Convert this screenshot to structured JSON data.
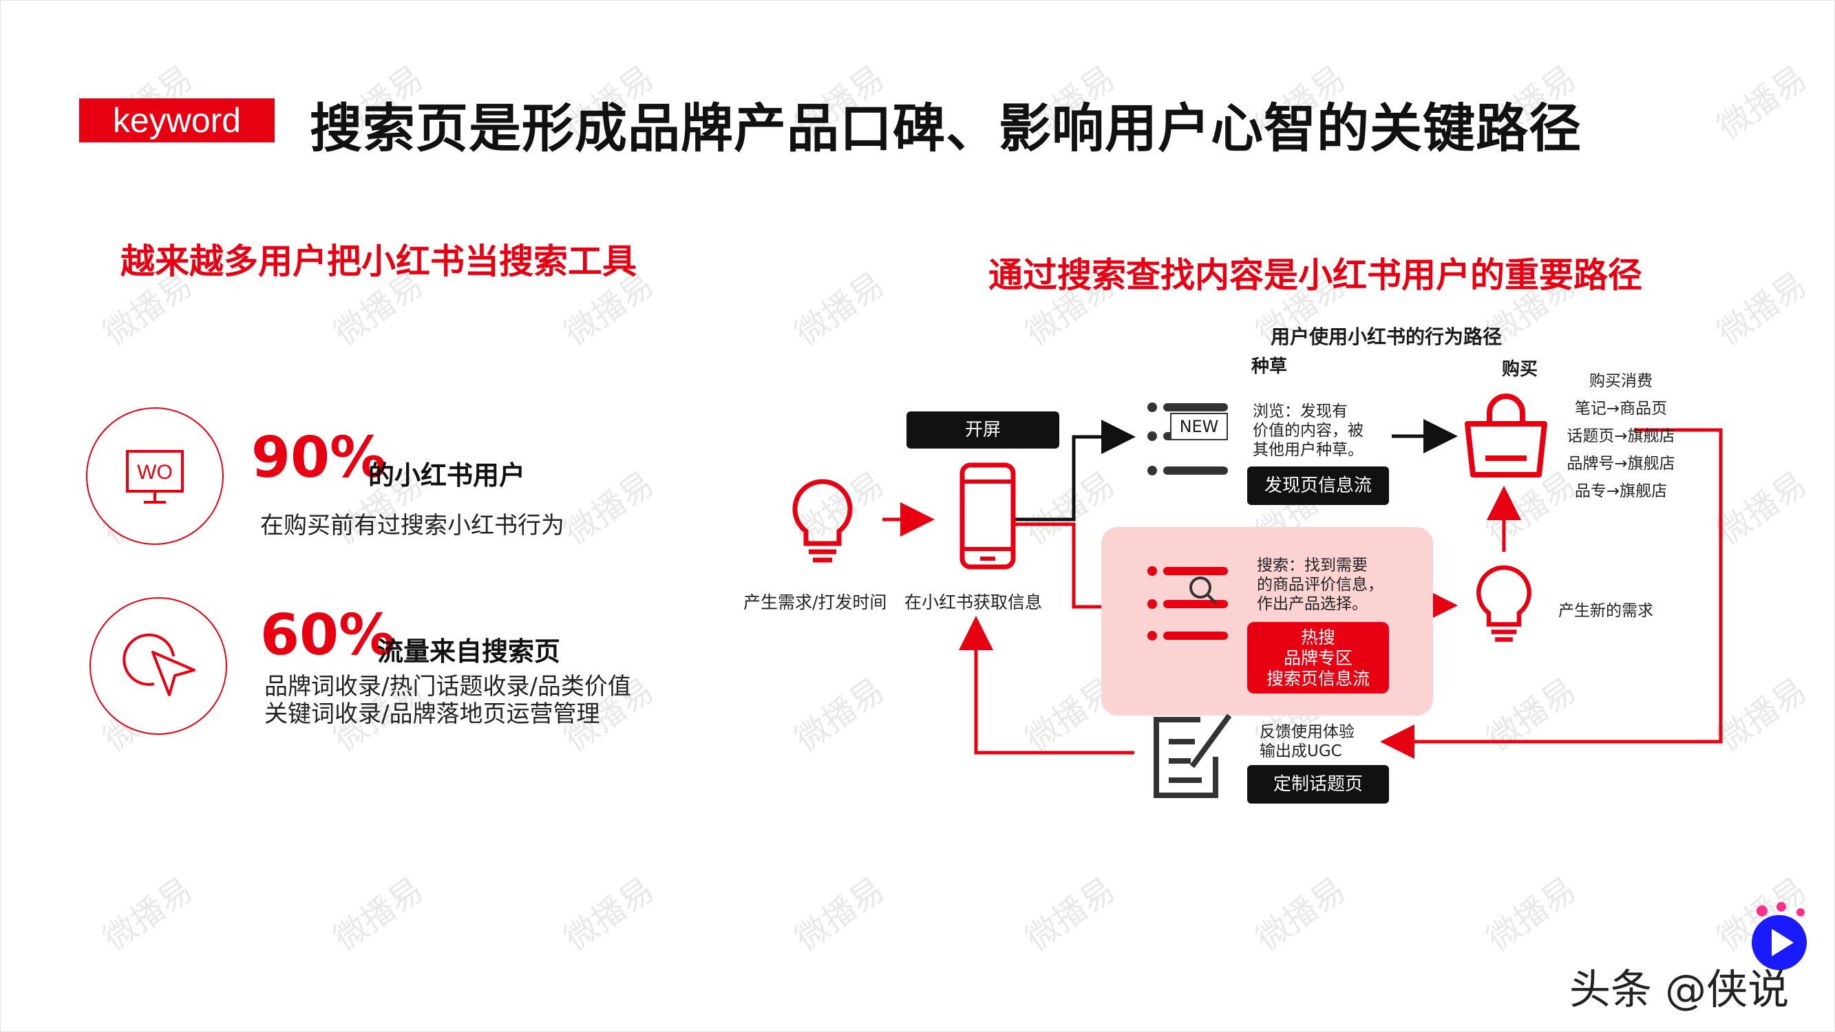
{
  "header": {
    "badge": "keyword",
    "title": "搜索页是形成品牌产品口碑、影响用户心智的关键路径"
  },
  "left": {
    "heading": "越来越多用户把小红书当搜索工具",
    "stat1": {
      "value": "90%",
      "suffix": "的小红书用户",
      "desc": "在购买前有过搜索小红书行为"
    },
    "stat2": {
      "value": "60%",
      "suffix": "流量来自搜索页",
      "desc_line1": "品牌词收录/热门话题收录/品类价值",
      "desc_line2": "关键词收录/品牌落地页运营管理"
    }
  },
  "right": {
    "heading": "通过搜索查找内容是小红书用户的重要路径",
    "diagram_title": "用户使用小红书的行为路径",
    "label_seed": "种草",
    "label_buy": "购买",
    "open_screen": "开屏",
    "need_label": "产生需求/打发时间",
    "phone_label": "在小红书获取信息",
    "new_badge": "NEW",
    "browse_text": [
      "浏览：发现有",
      "价值的内容，被",
      "其他用户种草。"
    ],
    "discover_btn": "发现页信息流",
    "search_text": [
      "搜索：找到需要",
      "的商品评价信息，",
      "作出产品选择。"
    ],
    "search_btn": [
      "热搜",
      "品牌专区",
      "搜索页信息流"
    ],
    "new_need": "产生新的需求",
    "buy_list": [
      "购买消费",
      "笔记→商品页",
      "话题页→旗舰店",
      "品牌号→旗舰店",
      "品专→旗舰店"
    ],
    "feedback_text": [
      "反馈使用体验",
      "输出成UGC"
    ],
    "topic_btn": "定制话题页"
  },
  "watermark": "微播易",
  "footer": {
    "text": "头条 @侠说"
  },
  "colors": {
    "accent": "#e60012",
    "panel": "#fbd3d3",
    "dark": "#111111"
  }
}
